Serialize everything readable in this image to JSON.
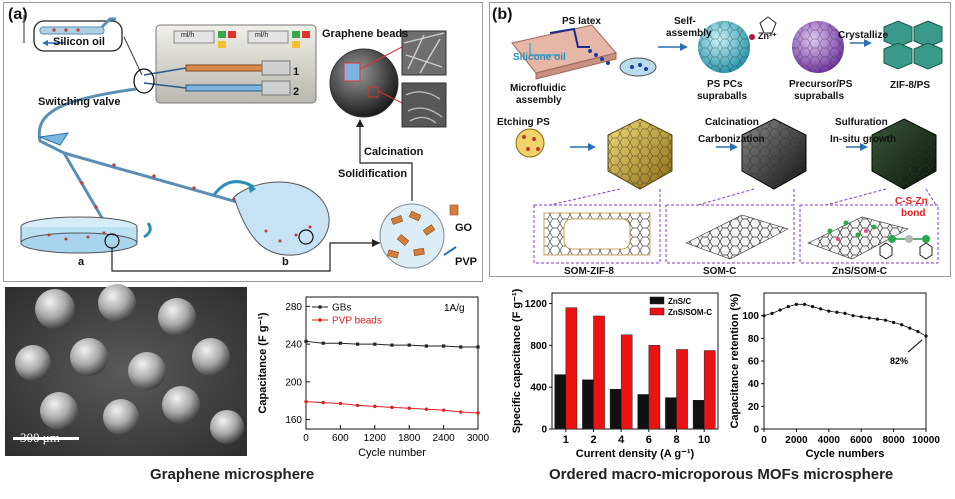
{
  "panel_a": {
    "tag": "(a)",
    "silicon_oil": "Silicon oil",
    "pump_display_1": "ml/h",
    "pump_display_2": "ml/h",
    "syringe_1": "1",
    "syringe_2": "2",
    "switching_valve": "Switching valve",
    "graphene_beads": "Graphene beads",
    "calcination": "Calcination",
    "solidification": "Solidification",
    "go": "GO",
    "pvp": "PVP",
    "point_a": "a",
    "point_b": "b",
    "sem_scale": "300 μm",
    "caption": "Graphene microsphere"
  },
  "panel_b": {
    "tag": "(b)",
    "ps_latex": "PS latex",
    "silicone_oil": "Silicone oil",
    "self_assembly_1": "Self-",
    "self_assembly_2": "assembly",
    "zn": "Zn²⁺",
    "crystallize": "Crystallize",
    "microfluidic_1": "Microfluidic",
    "microfluidic_2": "assembly",
    "ps_pcs_1": "PS PCs",
    "ps_pcs_2": "supraballs",
    "precursor_1": "Precursor/PS",
    "precursor_2": "supraballs",
    "zif8ps": "ZIF-8/PS",
    "etching": "Etching PS",
    "calcination": "Calcination",
    "carbonization": "Carbonization",
    "sulfuration": "Sulfuration",
    "insitu": "In-situ growth",
    "czn_1": "C-S-Zn",
    "czn_2": "bond",
    "som_zif8": "SOM-ZIF-8",
    "som_c": "SOM-C",
    "zns_som_c": "ZnS/SOM-C",
    "caption": "Ordered macro-microporous MOFs microsphere"
  },
  "chart_data": [
    {
      "type": "line",
      "xlabel": "Cycle number",
      "ylabel": "Capacitance (F g⁻¹)",
      "annotation": "1A/g",
      "xlim": [
        0,
        3000
      ],
      "ylim": [
        150,
        290
      ],
      "xticks": [
        0,
        600,
        1200,
        1800,
        2400,
        3000
      ],
      "yticks": [
        160,
        200,
        240,
        280
      ],
      "grid": false,
      "legend": "top-left",
      "series": [
        {
          "name": "GBs",
          "color": "#222222",
          "x": [
            0,
            300,
            600,
            900,
            1200,
            1500,
            1800,
            2100,
            2400,
            2700,
            3000
          ],
          "y": [
            243,
            241,
            241,
            240,
            240,
            239,
            239,
            238,
            238,
            237,
            237
          ]
        },
        {
          "name": "PVP beads",
          "color": "#e02020",
          "x": [
            0,
            300,
            600,
            900,
            1200,
            1500,
            1800,
            2100,
            2400,
            2700,
            3000
          ],
          "y": [
            179,
            178,
            177,
            175,
            174,
            173,
            172,
            171,
            170,
            168,
            167
          ]
        }
      ]
    },
    {
      "type": "bar",
      "xlabel": "Current density (A g⁻¹)",
      "ylabel": "Specific capacitance (F g⁻¹)",
      "categories": [
        "1",
        "2",
        "4",
        "6",
        "8",
        "10"
      ],
      "ylim": [
        0,
        1300
      ],
      "yticks": [
        0,
        400,
        800,
        1200
      ],
      "legend": "top-right",
      "series": [
        {
          "name": "ZnS/C",
          "color": "#111111",
          "values": [
            520,
            470,
            380,
            330,
            300,
            275
          ]
        },
        {
          "name": "ZnS/SOM-C",
          "color": "#ee1111",
          "values": [
            1160,
            1080,
            900,
            800,
            760,
            750
          ]
        }
      ]
    },
    {
      "type": "scatter",
      "xlabel": "Cycle numbers",
      "ylabel": "Capacitance retention (%)",
      "annotation": "82%",
      "xlim": [
        0,
        10000
      ],
      "ylim": [
        0,
        120
      ],
      "xticks": [
        0,
        2000,
        4000,
        6000,
        8000,
        10000
      ],
      "yticks": [
        0,
        20,
        40,
        60,
        80,
        100
      ],
      "grid": false,
      "series": [
        {
          "name": "",
          "color": "#111111",
          "x": [
            0,
            500,
            1000,
            1500,
            2000,
            2500,
            3000,
            3500,
            4000,
            4500,
            5000,
            5500,
            6000,
            6500,
            7000,
            7500,
            8000,
            8500,
            9000,
            9500,
            10000
          ],
          "y": [
            100,
            102,
            105,
            108,
            110,
            110,
            108,
            106,
            104,
            103,
            102,
            100,
            99,
            98,
            97,
            96,
            94,
            92,
            89,
            86,
            82
          ]
        }
      ]
    }
  ]
}
